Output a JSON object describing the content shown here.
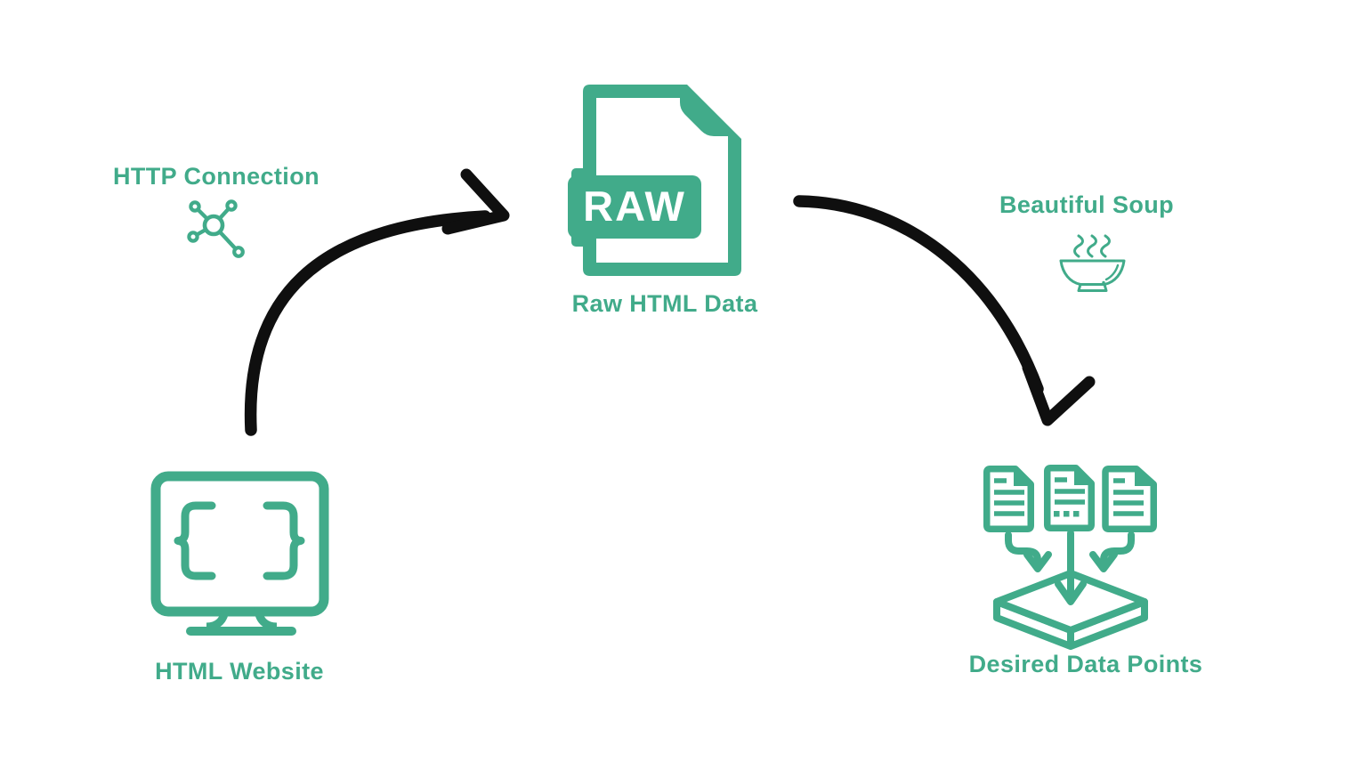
{
  "palette": {
    "green": "#41ab8a",
    "ink": "#0f0f0f",
    "bg": "#ffffff",
    "badge_text": "#ffffff"
  },
  "diagram": {
    "steps": {
      "source": {
        "label": "HTML Website"
      },
      "intermediate": {
        "label": "Raw HTML Data",
        "file_badge": "RAW"
      },
      "output": {
        "label": "Desired Data Points"
      }
    },
    "transitions": {
      "fetch": {
        "label": "HTTP Connection"
      },
      "parse": {
        "label": "Beautiful Soup"
      }
    },
    "icons": {
      "fetch": "network-nodes-icon",
      "source": "monitor-code-braces-icon",
      "intermediate": "raw-file-icon",
      "parse": "soup-bowl-steam-icon",
      "output": "documents-into-box-icon"
    }
  }
}
